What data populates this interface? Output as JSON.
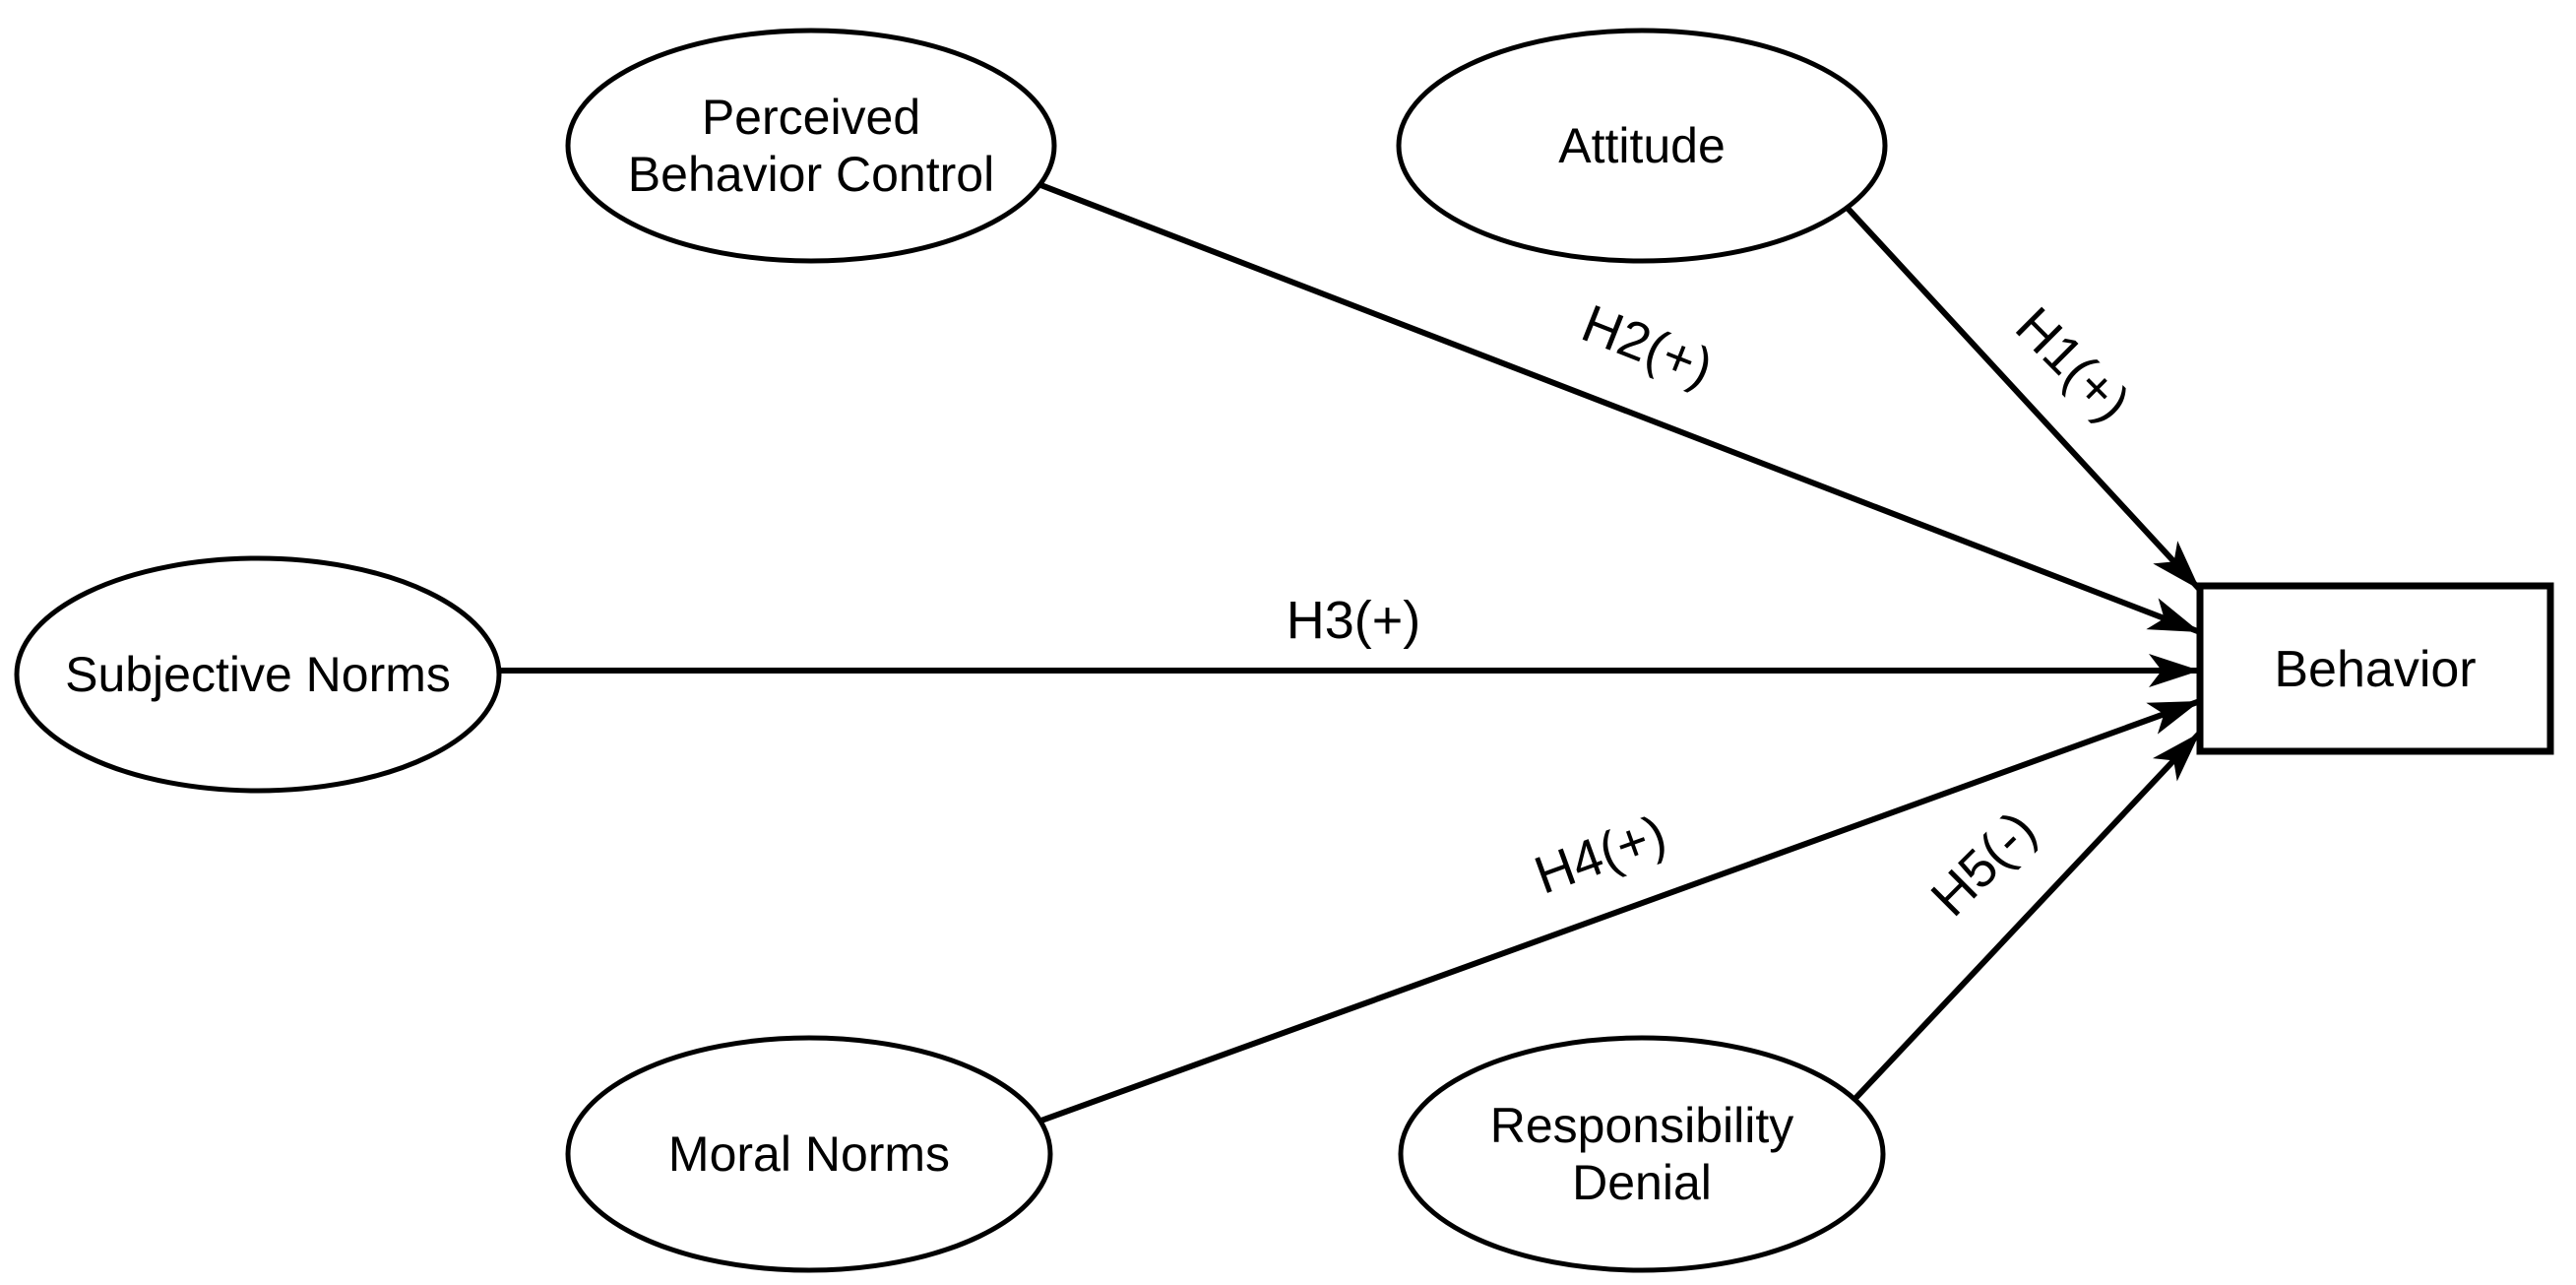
{
  "diagram": {
    "type": "path-model",
    "background_color": "#ffffff",
    "stroke_color": "#000000",
    "node_fill_color": "#ffffff",
    "nodes": {
      "perceived_behavior_control": {
        "shape": "ellipse",
        "label_line1": "Perceived",
        "label_line2": "Behavior Control"
      },
      "attitude": {
        "shape": "ellipse",
        "label": "Attitude"
      },
      "subjective_norms": {
        "shape": "ellipse",
        "label": "Subjective Norms"
      },
      "moral_norms": {
        "shape": "ellipse",
        "label": "Moral Norms"
      },
      "responsibility_denial": {
        "shape": "ellipse",
        "label_line1": "Responsibility",
        "label_line2": "Denial"
      },
      "behavior": {
        "shape": "rectangle",
        "label": "Behavior"
      }
    },
    "edges": [
      {
        "id": "H1",
        "label": "H1(+)",
        "from": "attitude",
        "to": "behavior",
        "sign": "positive"
      },
      {
        "id": "H2",
        "label": "H2(+)",
        "from": "perceived_behavior_control",
        "to": "behavior",
        "sign": "positive"
      },
      {
        "id": "H3",
        "label": "H3(+)",
        "from": "subjective_norms",
        "to": "behavior",
        "sign": "positive"
      },
      {
        "id": "H4",
        "label": "H4(+)",
        "from": "moral_norms",
        "to": "behavior",
        "sign": "positive"
      },
      {
        "id": "H5",
        "label": "H5(-)",
        "from": "responsibility_denial",
        "to": "behavior",
        "sign": "negative"
      }
    ]
  }
}
